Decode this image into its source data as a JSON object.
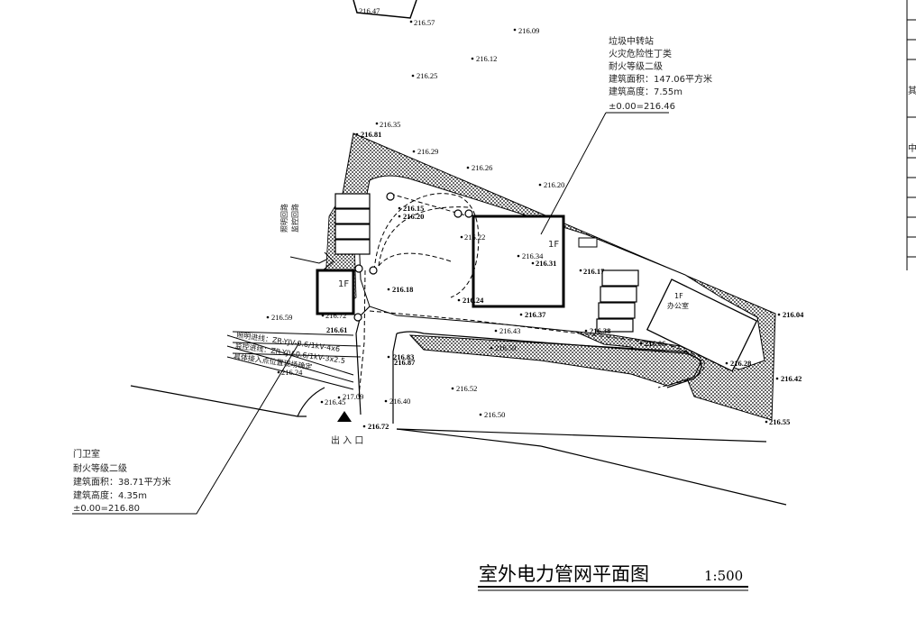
{
  "elevations": {
    "e1": "216.47",
    "e2": "216.57",
    "e3": "216.09",
    "e4": "216.12",
    "e5": "216.25",
    "e6": "216.35",
    "e7": "216.81",
    "e8": "216.29",
    "e9": "216.26",
    "e10": "216.20",
    "e11": "216.15",
    "e12": "216.20",
    "e13": "216.22",
    "e14": "216.34",
    "e15": "216.31",
    "e16": "216.17",
    "e17": "216.18",
    "e18": "216.24",
    "e19": "216.37",
    "e20": "216.59",
    "e21": "216.72",
    "e22": "216.43",
    "e23": "216.38",
    "e24": "216.50",
    "e25": "216.83",
    "e26": "216.87",
    "e27": "216.52",
    "e28": "216.40",
    "e29": "216.45",
    "e30": "217.09",
    "e31": "216.50",
    "e32": "216.72",
    "e33": "216.04",
    "e34": "216.28",
    "e35": "216.42",
    "e36": "216.55",
    "e37": "216.24",
    "e38": "216.61",
    "e39": "216.06"
  },
  "garbage_station": {
    "name": "垃圾中转站",
    "fire_class": "火灾危险性丁类",
    "fire_rating": "耐火等级二级",
    "area": "建筑面积：147.06平方米",
    "height": "建筑高度：7.55m",
    "datum": "±0.00=216.46",
    "floor": "1F"
  },
  "guard_room": {
    "name": "门卫室",
    "fire_rating": "耐火等级二级",
    "area": "建筑面积：38.71平方米",
    "height": "建筑高度：4.35m",
    "datum": "±0.00=216.80",
    "floor": "1F"
  },
  "office": {
    "floor": "1F",
    "name": "办公室"
  },
  "cable_notes": {
    "lighting": "照明进线：ZR-YJV-0.6/1kV-4x6",
    "monitor": "监控进线：ZR-YJV-0.6/1kV-3x2.5",
    "entry": "具体接入点位置现场确定"
  },
  "circuit_labels": {
    "c1": "照明回路",
    "c2": "监控回路"
  },
  "entrance_label": "出 入 口",
  "drawing_title": "室外电力管网平面图",
  "drawing_scale": "1:500",
  "right_table": {
    "label1": "其",
    "label2": "中"
  }
}
